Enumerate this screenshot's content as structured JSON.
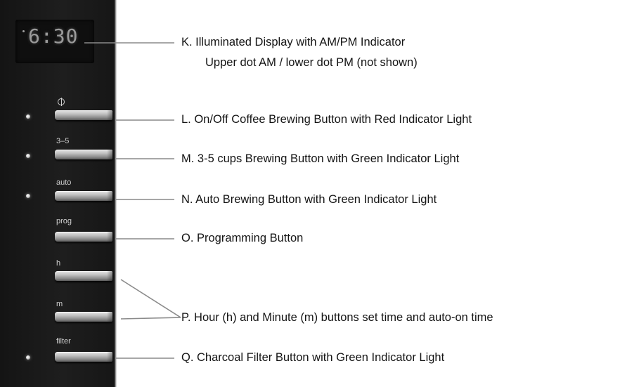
{
  "display": {
    "time": "6:30"
  },
  "buttons": {
    "on_off": {
      "symbol": "power-symbol"
    },
    "cups": {
      "label": "3–5"
    },
    "auto": {
      "label": "auto"
    },
    "prog": {
      "label": "prog"
    },
    "hour": {
      "label": "h"
    },
    "minute": {
      "label": "m"
    },
    "filter": {
      "label": "filter"
    }
  },
  "callouts": {
    "K_line1": "K. Illuminated Display with AM/PM Indicator",
    "K_line2": "Upper dot AM / lower dot PM (not shown)",
    "L": "L.  On/Off Coffee Brewing Button with Red Indicator Light",
    "M": "M. 3-5 cups Brewing Button with Green Indicator Light",
    "N": "N.  Auto Brewing Button with Green Indicator Light",
    "O": "O.  Programming Button",
    "P": "P.  Hour (h) and Minute (m) buttons set time and auto-on time",
    "Q": "Q.  Charcoal Filter Button with Green Indicator Light"
  },
  "colors": {
    "panel": "#1a1a1a",
    "button": "#bdbdbd",
    "text": "#141414",
    "leader": "#8a8a8a"
  }
}
